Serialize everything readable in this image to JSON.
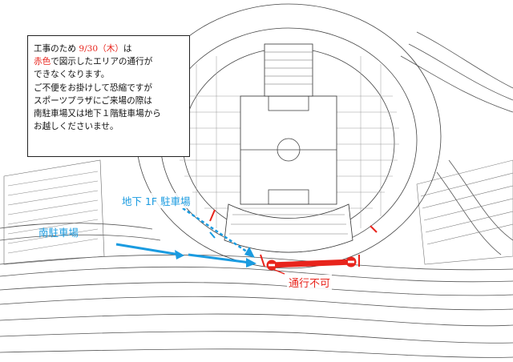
{
  "notice": {
    "line1_a": "工事のため ",
    "line1_date": "9/30（木）",
    "line1_b": "は",
    "line2_red": "赤色",
    "line2_b": "で図示したエリアの通行が",
    "line3": "できなくなります。",
    "line4": "ご不便をお掛けして恐縮ですが",
    "line5": "スポーツプラザにご来場の際は",
    "line6": "南駐車場又は地下１階駐車場から",
    "line7": "お越しくださいませ。"
  },
  "labels": {
    "south_parking": "南駐車場",
    "b1_parking": "地下 1F 駐車場",
    "closed": "通行不可"
  },
  "colors": {
    "route_blue": "#1a9be0",
    "closure_red": "#e8241c",
    "line_gray": "#555555"
  },
  "icons": [
    "no-entry-icon",
    "no-entry-icon"
  ]
}
